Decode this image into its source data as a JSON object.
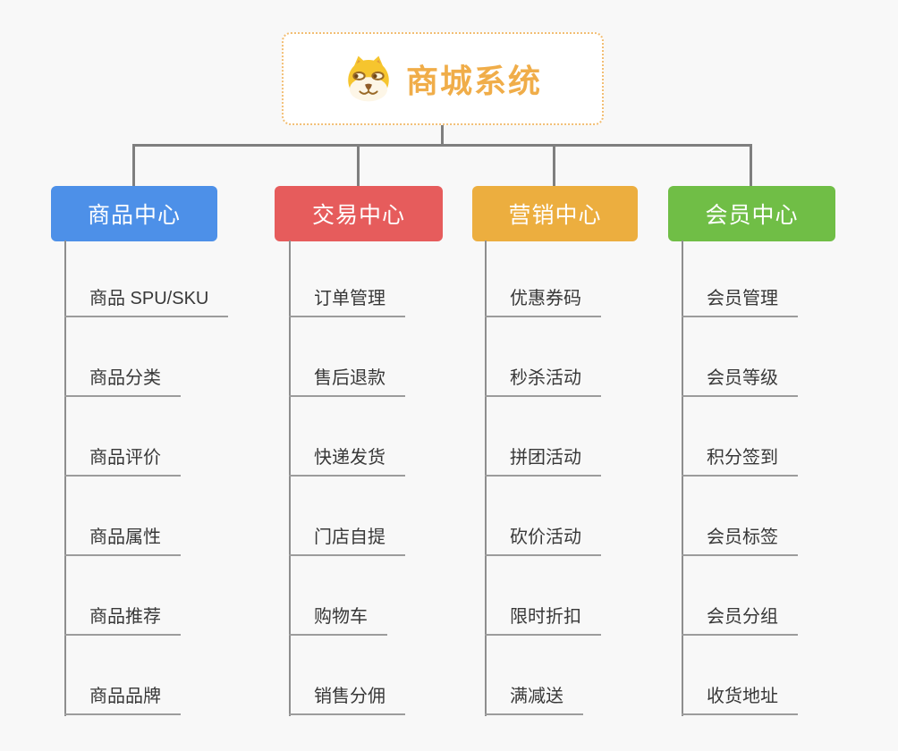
{
  "root": {
    "title": "商城系统",
    "icon": "doge-icon",
    "title_color": "#F0AD49",
    "border_color": "#F2BE74"
  },
  "branches": [
    {
      "label": "商品中心",
      "color": "#4D90E8",
      "items": [
        "商品 SPU/SKU",
        "商品分类",
        "商品评价",
        "商品属性",
        "商品推荐",
        "商品品牌"
      ]
    },
    {
      "label": "交易中心",
      "color": "#E65C5C",
      "items": [
        "订单管理",
        "售后退款",
        "快递发货",
        "门店自提",
        "购物车",
        "销售分佣"
      ]
    },
    {
      "label": "营销中心",
      "color": "#ECAE3F",
      "items": [
        "优惠券码",
        "秒杀活动",
        "拼团活动",
        "砍价活动",
        "限时折扣",
        "满减送"
      ]
    },
    {
      "label": "会员中心",
      "color": "#70BE46",
      "items": [
        "会员管理",
        "会员等级",
        "积分签到",
        "会员标签",
        "会员分组",
        "收货地址"
      ]
    }
  ],
  "line_colors": {
    "connector": "#7F7F7F",
    "leaf_underline": "#9C9C9C"
  },
  "background_color": "#F8F8F8"
}
